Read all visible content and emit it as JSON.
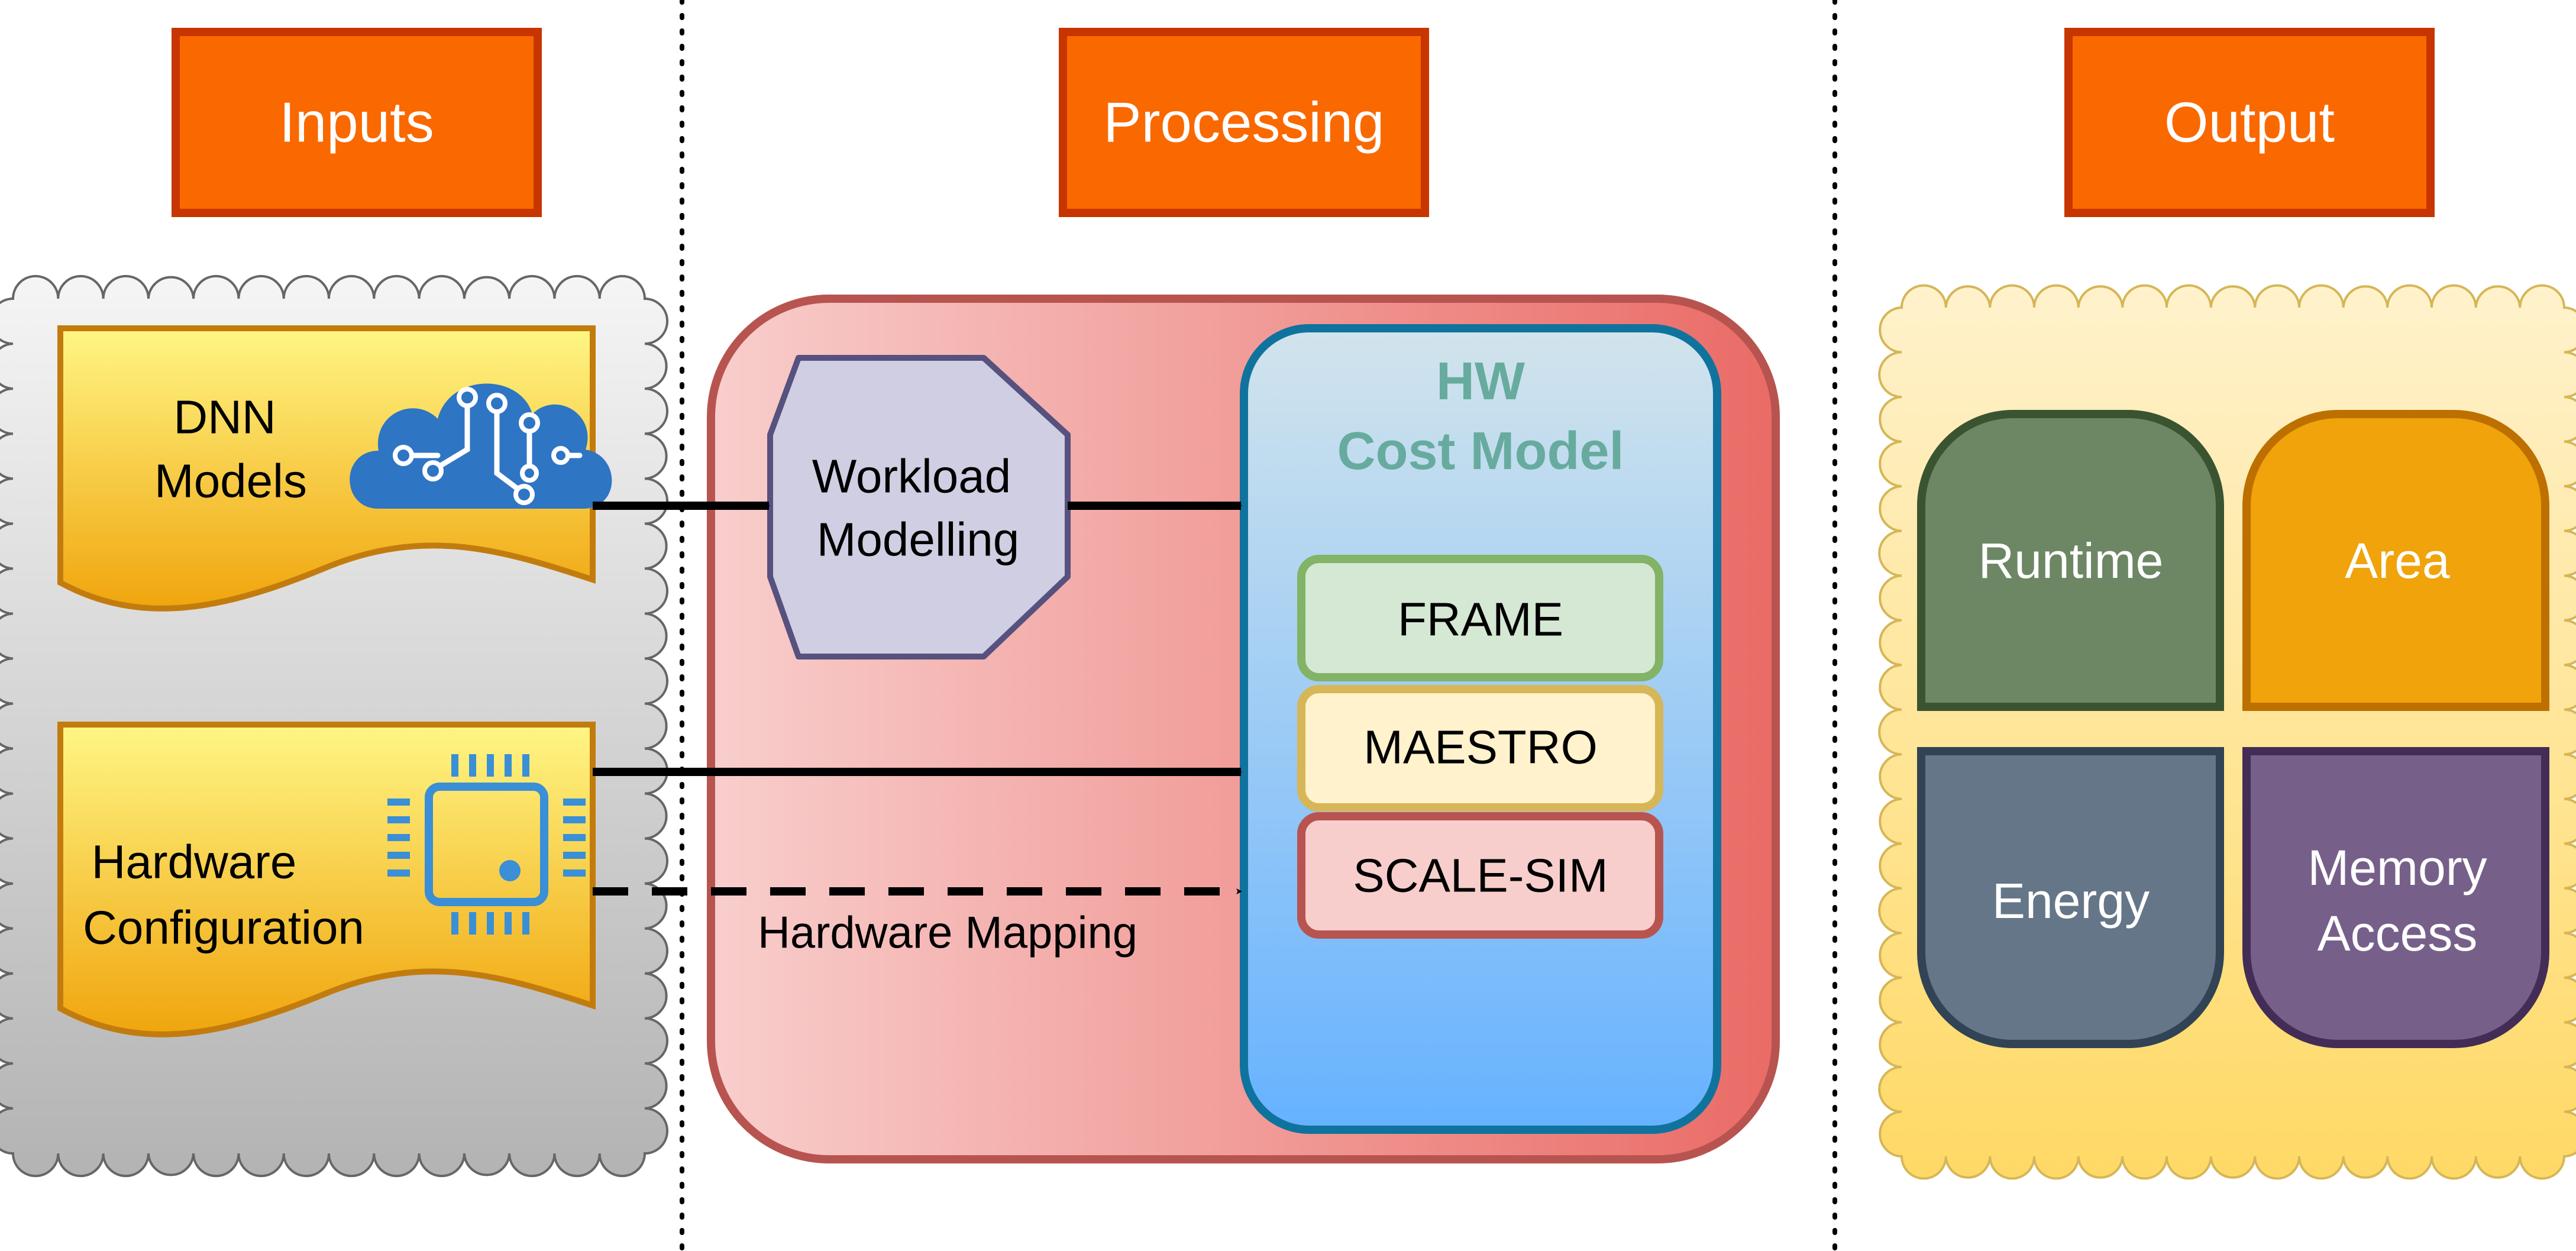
{
  "columns": {
    "inputs": "Inputs",
    "processing": "Processing",
    "output": "Output"
  },
  "inputs": {
    "dnn_line1": "DNN",
    "dnn_line2": "Models",
    "hw_line1": "Hardware",
    "hw_line2": "Configuration"
  },
  "processing": {
    "workload_line1": "Workload",
    "workload_line2": "Modelling",
    "cost_model_line1": "HW",
    "cost_model_line2": "Cost Model",
    "tools": [
      "FRAME",
      "MAESTRO",
      "SCALE-SIM"
    ],
    "mapping_label": "Hardware Mapping"
  },
  "outputs": {
    "runtime": "Runtime",
    "area": "Area",
    "energy": "Energy",
    "memory_line1": "Memory",
    "memory_line2": "Access"
  },
  "colors": {
    "header_fill": "#fa6800",
    "header_stroke": "#c73500",
    "runtime": "#6d8764",
    "area": "#f0a30a",
    "energy": "#647687",
    "memory": "#76608a",
    "cost_model_title": "#67ab9f"
  }
}
